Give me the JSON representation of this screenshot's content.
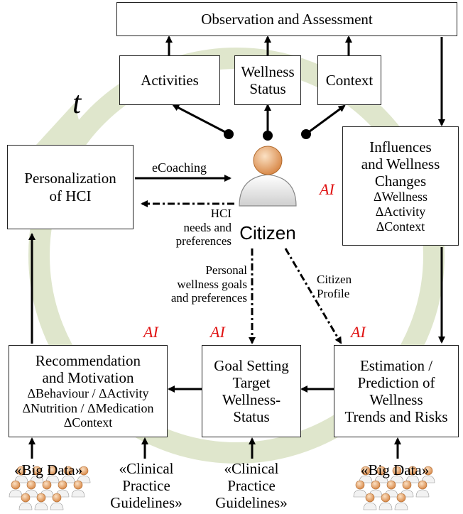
{
  "time_symbol": "t",
  "ai_label": "AI",
  "nodes": {
    "observation": "Observation and Assessment",
    "activities": "Activities",
    "wellness_status": [
      "Wellness",
      "Status"
    ],
    "context": "Context",
    "influences": [
      "Influences",
      "and Wellness",
      "Changes"
    ],
    "influences_deltas": [
      "ΔWellness",
      "ΔActivity",
      "ΔContext"
    ],
    "personalization": [
      "Personalization",
      "of HCI"
    ],
    "citizen": "Citizen",
    "recommendation": [
      "Recommendation",
      "and Motivation"
    ],
    "recommendation_deltas": [
      "ΔBehaviour / ΔActivity",
      "ΔNutrition / ΔMedication",
      "ΔContext"
    ],
    "goal_setting": [
      "Goal Setting",
      "Target",
      "Wellness-",
      "Status"
    ],
    "estimation": [
      "Estimation /",
      "Prediction of",
      "Wellness",
      "Trends and Risks"
    ]
  },
  "edges": {
    "ecoaching": "eCoaching",
    "hci_needs": [
      "HCI",
      "needs and",
      "preferences"
    ],
    "personal_goals": [
      "Personal",
      "wellness goals",
      "and preferences"
    ],
    "citizen_profile": [
      "Citizen",
      "Profile"
    ]
  },
  "sources": {
    "big_data": "«Big Data»",
    "clinical_guidelines": [
      "«Clinical",
      "Practice",
      "Guidelines»"
    ]
  },
  "colors": {
    "cycle_arrow": "#dfe6cc",
    "ai": "#e01010",
    "line": "#000000",
    "person": "#e8a66a"
  }
}
